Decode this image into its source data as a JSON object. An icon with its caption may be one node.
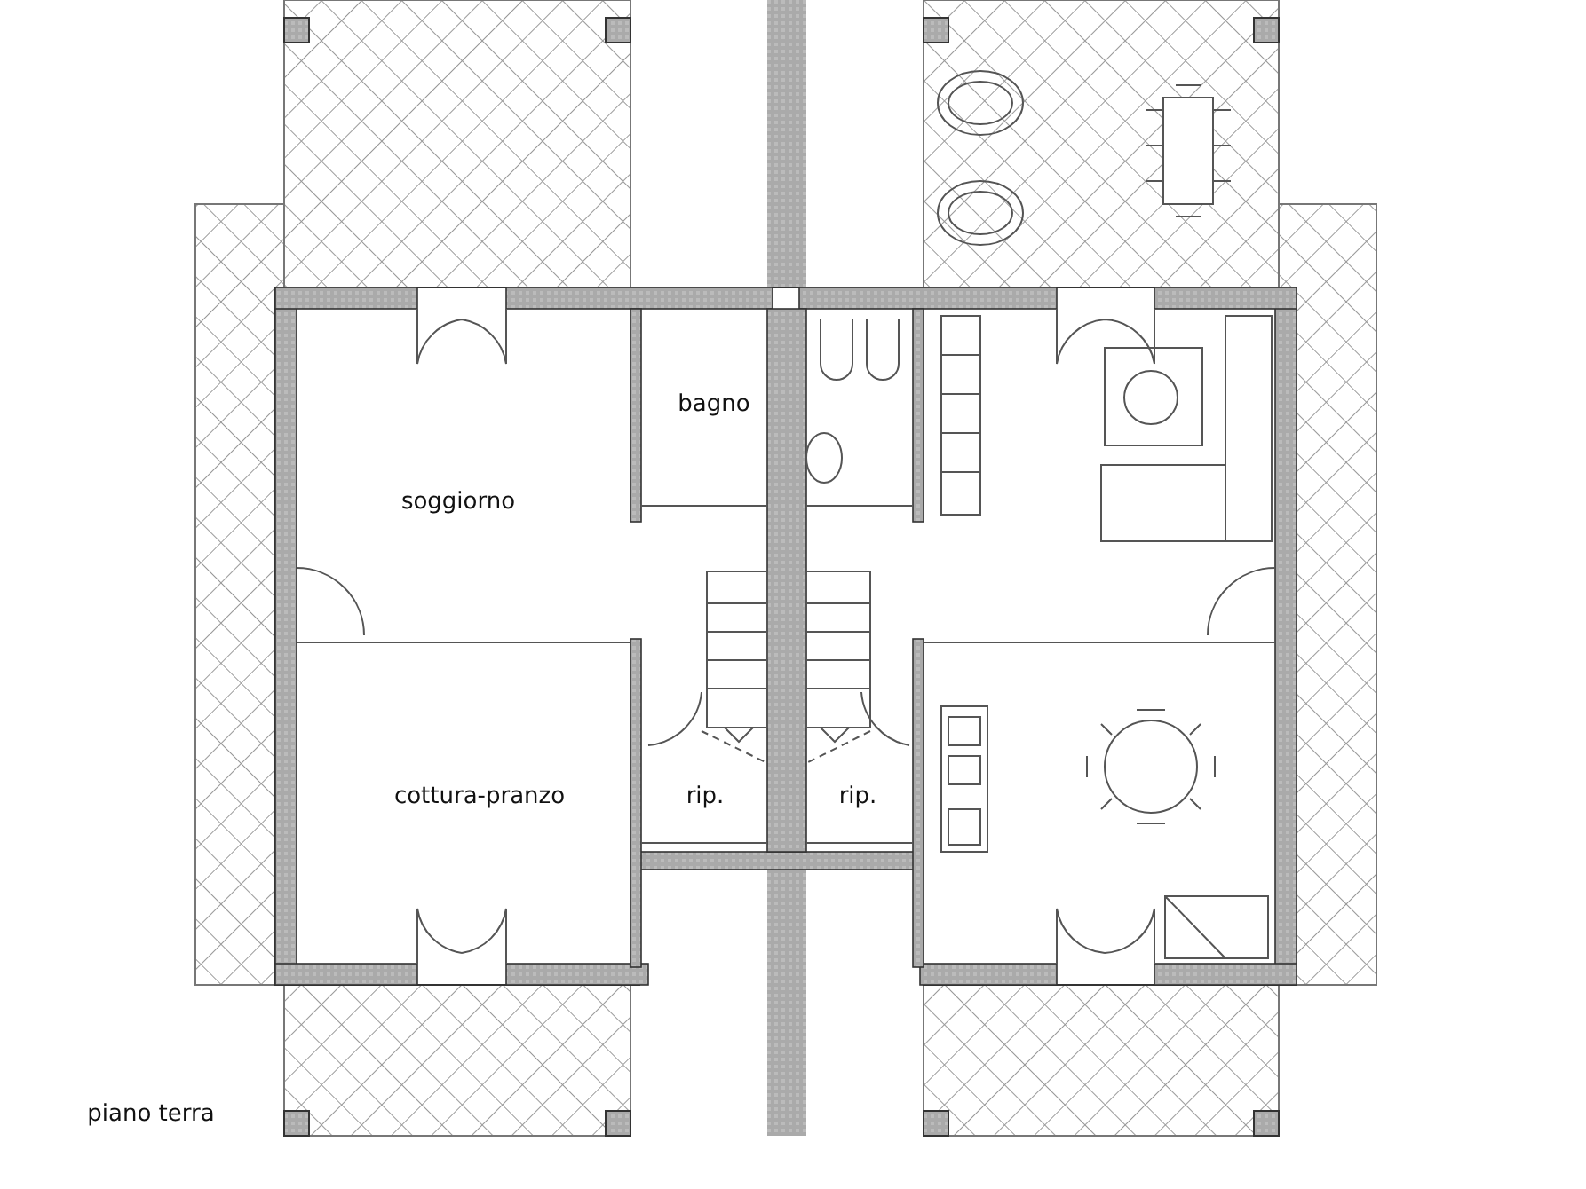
{
  "diagram": {
    "labels": [
      "bagno",
      "soggiorno",
      "cottura-pranzo",
      "rip.",
      "rip.",
      "piano terra"
    ]
  }
}
